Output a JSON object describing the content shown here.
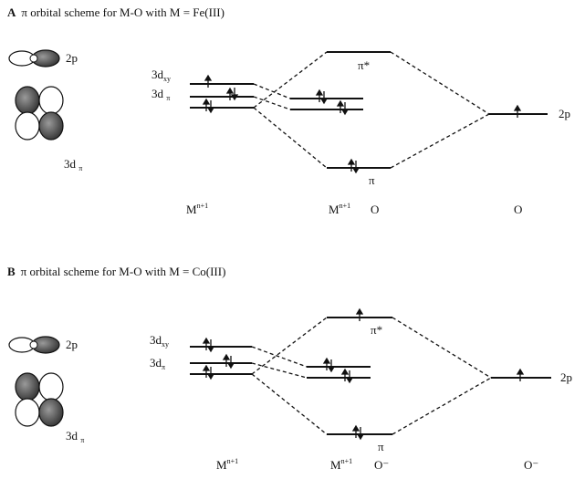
{
  "panel_a": {
    "letter": "A",
    "title": "π orbital scheme for M-O with M = Fe(III)",
    "orbital_2p": "2p",
    "orbital_3d_base": "3d",
    "orbital_3d_sub": "π",
    "level_3dxy_base": "3d",
    "level_3dxy_sub": "xy",
    "level_3dpi_base": "3d",
    "level_3dpi_sub": "π",
    "label_pistar": "π*",
    "label_pi": "π",
    "label_2p_right": "2p",
    "metal_left_base": "M",
    "metal_left_sup": "n+1",
    "metal_mid_base": "M",
    "metal_mid_sup": "n+1",
    "oxo_mid": "O",
    "oxo_right": "O"
  },
  "panel_b": {
    "letter": "B",
    "title": "π orbital scheme for M-O with M = Co(III)",
    "orbital_2p": "2p",
    "orbital_3d_base": "3d",
    "orbital_3d_sub": "π",
    "level_3dxy_base": "3d",
    "level_3dxy_sub": "xy",
    "level_3dpi_base": "3d",
    "level_3dpi_sub": "π",
    "label_pistar": "π*",
    "label_pi": "π",
    "label_2p_right": "2p",
    "metal_left_base": "M",
    "metal_left_sup": "n+1",
    "metal_mid_base": "M",
    "metal_mid_sup": "n+1",
    "oxo_mid": "O⁻",
    "oxo_right": "O⁻"
  }
}
